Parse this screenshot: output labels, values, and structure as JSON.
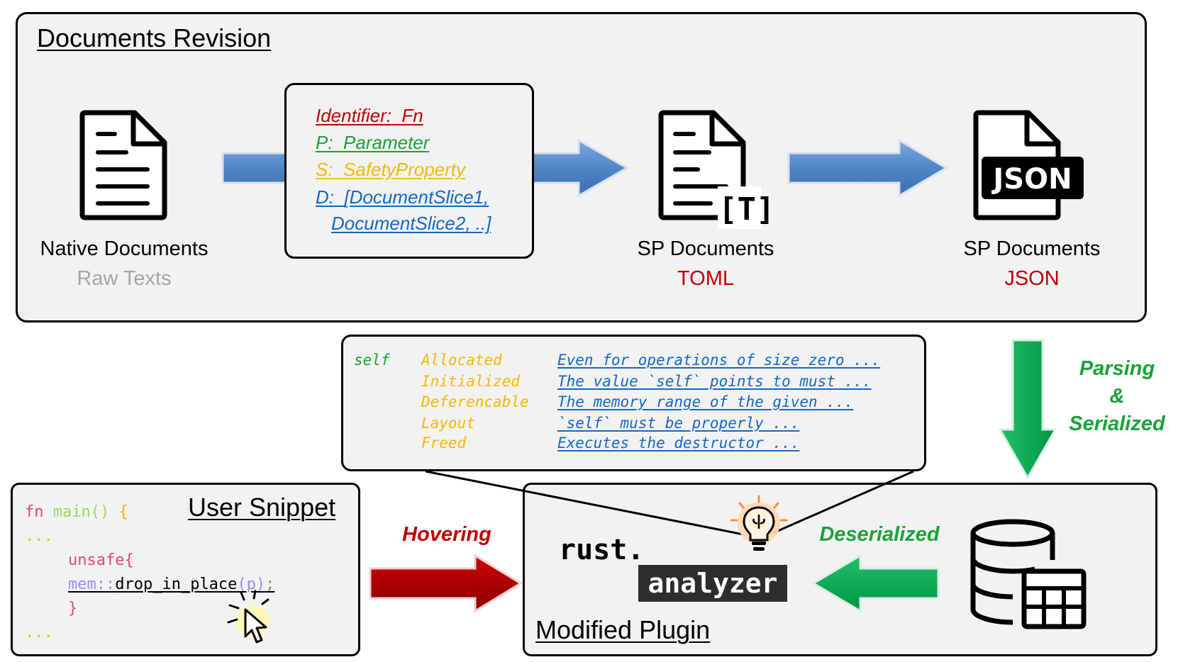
{
  "colors": {
    "blue_arrow": "#5b8fcf",
    "red_arrow": "#b00000",
    "green_arrow": "#00a651",
    "red_text": "#c00000",
    "green_text": "#1aa23a",
    "orange_text": "#f5b800",
    "blue_text": "#1468c4",
    "gray_text": "#a6a6a6"
  },
  "top_panel": {
    "title": "Documents Revision",
    "native": {
      "label": "Native Documents",
      "sub": "Raw Texts"
    },
    "definition": {
      "identifier_key": "Identifier:",
      "identifier_val": "Fn",
      "p_key": "P:",
      "p_val": "Parameter",
      "s_key": "S:",
      "s_val": "SafetyProperty",
      "d_key": "D:",
      "d_val1": "[DocumentSlice1,",
      "d_val2": "DocumentSlice2, ..]"
    },
    "toml": {
      "label": "SP Documents",
      "sub": "TOML",
      "badge": "[T]"
    },
    "json": {
      "label": "SP Documents",
      "sub": "JSON",
      "badge": "JSON"
    }
  },
  "parsing_label": {
    "line1": "Parsing",
    "line2": "&",
    "line3": "Serialized"
  },
  "hover_popup": {
    "param": "self",
    "rows": [
      {
        "property": "Allocated",
        "doc": "Even for operations of size zero ..."
      },
      {
        "property": "Initialized",
        "doc": "The value `self` points to must ..."
      },
      {
        "property": "Deferencable",
        "doc": "The memory range of the given ..."
      },
      {
        "property": "Layout",
        "doc": "`self` must be properly ..."
      },
      {
        "property": "Freed",
        "doc": "Executes the destructor ..."
      }
    ]
  },
  "user_snippet": {
    "title": "User Snippet",
    "line1_kw": "fn",
    "line1_name": "main()",
    "line1_brace": "{",
    "line2": "...",
    "line3_kw": "unsafe",
    "line3_brace": "{",
    "line4_path": "mem::",
    "line4_fn": "drop_in_place",
    "line4_args": "(p)",
    "line4_semi": ";",
    "line5": "}",
    "line6": "..."
  },
  "hovering_label": "Hovering",
  "deserialized_label": "Deserialized",
  "plugin": {
    "title": "Modified Plugin",
    "logo_top": "rust.",
    "logo_bottom": "analyzer"
  }
}
